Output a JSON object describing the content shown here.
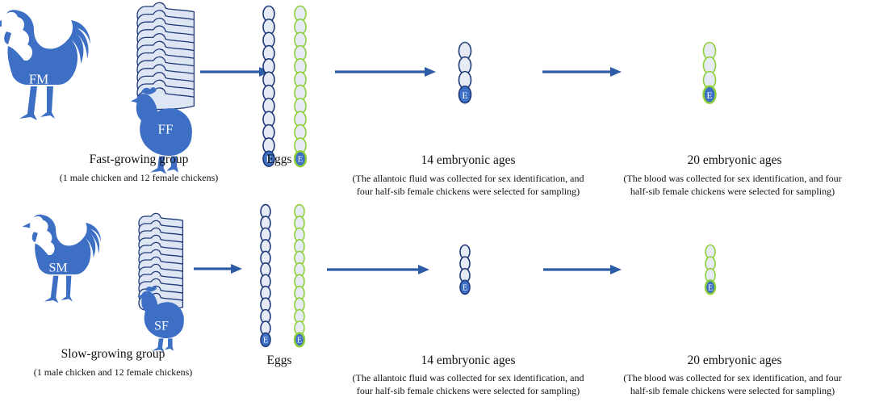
{
  "colors": {
    "chicken": "#3d6fc4",
    "navy": "#1f3a7a",
    "egg_fill": "#e6ebf5",
    "green": "#8fcf3a",
    "arrow": "#2d5ca6"
  },
  "icons": [
    "rooster-icon",
    "hen-icon",
    "egg-icon",
    "arrow-icon"
  ],
  "egg_letter": "E",
  "groups": [
    {
      "male_label": "FM",
      "female_label": "FF",
      "group_title": "Fast-growing group",
      "group_sub": "(1 male chicken and 12 female chickens)",
      "eggs_label": "Eggs",
      "stage1_title": "14 embryonic ages",
      "stage1_line1": "(The allantoic fluid was collected for sex identification, and",
      "stage1_line2": "four half-sib female chickens were selected for sampling)",
      "stage2_title": "20 embryonic ages",
      "stage2_line1": "(The blood was collected for sex identification, and    four",
      "stage2_line2": "half-sib female chickens were selected for sampling)"
    },
    {
      "male_label": "SM",
      "female_label": "SF",
      "group_title": "Slow-growing group",
      "group_sub": "(1 male chicken and 12 female chickens)",
      "eggs_label": "Eggs",
      "stage1_title": "14 embryonic ages",
      "stage1_line1": "(The allantoic fluid was collected for sex identification, and",
      "stage1_line2": "four half-sib female chickens were selected for sampling)",
      "stage2_title": "20 embryonic ages",
      "stage2_line1": "(The blood was collected for sex identification, and    four",
      "stage2_line2": "half-sib female chickens were selected for sampling)"
    }
  ]
}
